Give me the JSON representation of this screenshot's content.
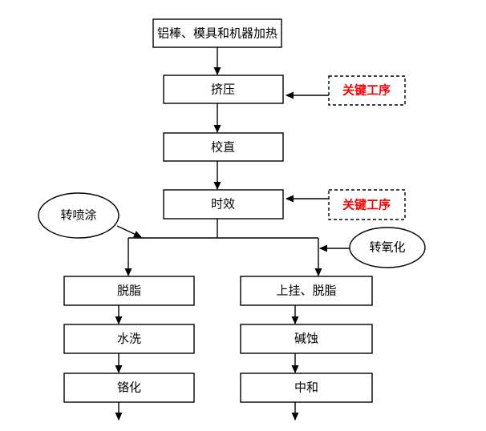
{
  "colors": {
    "note_text": "#ff0000",
    "stroke": "#000000"
  },
  "nodes": {
    "heating": "铝棒、模具和机器加热",
    "extrusion": "挤压",
    "straighten": "校直",
    "aging": "时效",
    "degrease_left": "脱脂",
    "water_wash": "水洗",
    "chromate": "铬化",
    "hang_degrease": "上挂、脱脂",
    "alkali_etch": "碱蚀",
    "neutralize": "中和"
  },
  "notes": {
    "key_process_1": "关键工序",
    "key_process_2": "关键工序"
  },
  "branches": {
    "spray": "转喷涂",
    "oxidation": "转氧化"
  }
}
